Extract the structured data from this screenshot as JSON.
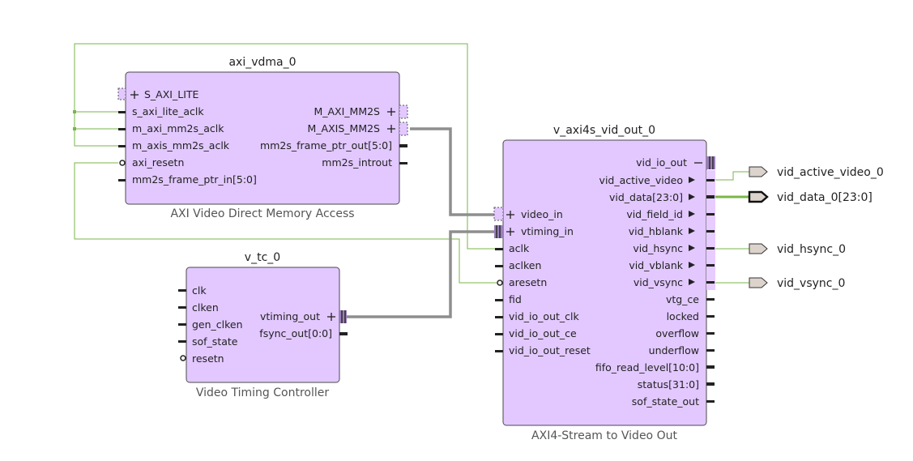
{
  "axi_vdma": {
    "instance": "axi_vdma_0",
    "subtitle": "AXI Video Direct Memory Access",
    "left_pins": [
      "S_AXI_LITE",
      "s_axi_lite_aclk",
      "m_axi_mm2s_aclk",
      "m_axis_mm2s_aclk",
      "axi_resetn",
      "mm2s_frame_ptr_in[5:0]"
    ],
    "right_pins": [
      "M_AXI_MM2S",
      "M_AXIS_MM2S",
      "mm2s_frame_ptr_out[5:0]",
      "mm2s_introut"
    ]
  },
  "v_tc": {
    "instance": "v_tc_0",
    "subtitle": "Video Timing Controller",
    "left_pins": [
      "clk",
      "clken",
      "gen_clken",
      "sof_state",
      "resetn"
    ],
    "right_pins": [
      "vtiming_out",
      "fsync_out[0:0]"
    ]
  },
  "v_axi4s": {
    "instance": "v_axi4s_vid_out_0",
    "subtitle": "AXI4-Stream to Video Out",
    "left_pins": [
      "video_in",
      "vtiming_in",
      "aclk",
      "aclken",
      "aresetn",
      "fid",
      "vid_io_out_clk",
      "vid_io_out_ce",
      "vid_io_out_reset"
    ],
    "right_pins": [
      "vid_io_out",
      "vid_active_video",
      "vid_data[23:0]",
      "vid_field_id",
      "vid_hblank",
      "vid_hsync",
      "vid_vblank",
      "vid_vsync",
      "vtg_ce",
      "locked",
      "overflow",
      "underflow",
      "fifo_read_level[10:0]",
      "status[31:0]",
      "sof_state_out"
    ]
  },
  "external_ports": [
    "vid_active_video_0",
    "vid_data_0[23:0]",
    "vid_hsync_0",
    "vid_vsync_0"
  ],
  "colors": {
    "block_fill": "#e2c8ff",
    "clock_wire": "#7ab648",
    "bus_wire": "#8e8e8e"
  }
}
